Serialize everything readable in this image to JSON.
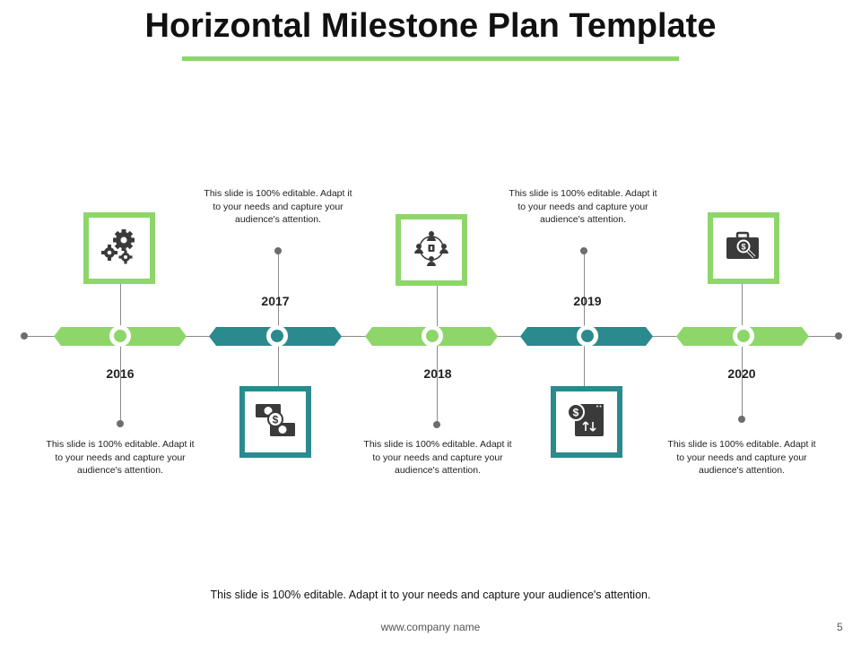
{
  "title": "Horizontal Milestone Plan Template",
  "colors": {
    "green": "#8ed66a",
    "teal": "#2b8a8e",
    "dark": "#3a3a3a"
  },
  "milestones": [
    {
      "year": "2016",
      "icon": "gears-icon",
      "desc": "This slide is 100% editable. Adapt it to your needs and capture your audience's attention."
    },
    {
      "year": "2017",
      "icon": "money-exchange-icon",
      "desc": "This slide is 100% editable. Adapt it to your needs and capture your audience's attention."
    },
    {
      "year": "2018",
      "icon": "team-network-icon",
      "desc": "This slide is 100% editable. Adapt it to your needs and capture your audience's attention."
    },
    {
      "year": "2019",
      "icon": "dollar-transfer-window-icon",
      "desc": "This slide is 100% editable. Adapt it to your needs and capture your audience's attention."
    },
    {
      "year": "2020",
      "icon": "briefcase-dollar-search-icon",
      "desc": "This slide is 100% editable. Adapt it to your needs and capture your audience's attention."
    }
  ],
  "footer": {
    "note": "This slide is 100% editable. Adapt it to your needs and capture your audience's attention.",
    "url": "www.company name",
    "page": "5"
  }
}
